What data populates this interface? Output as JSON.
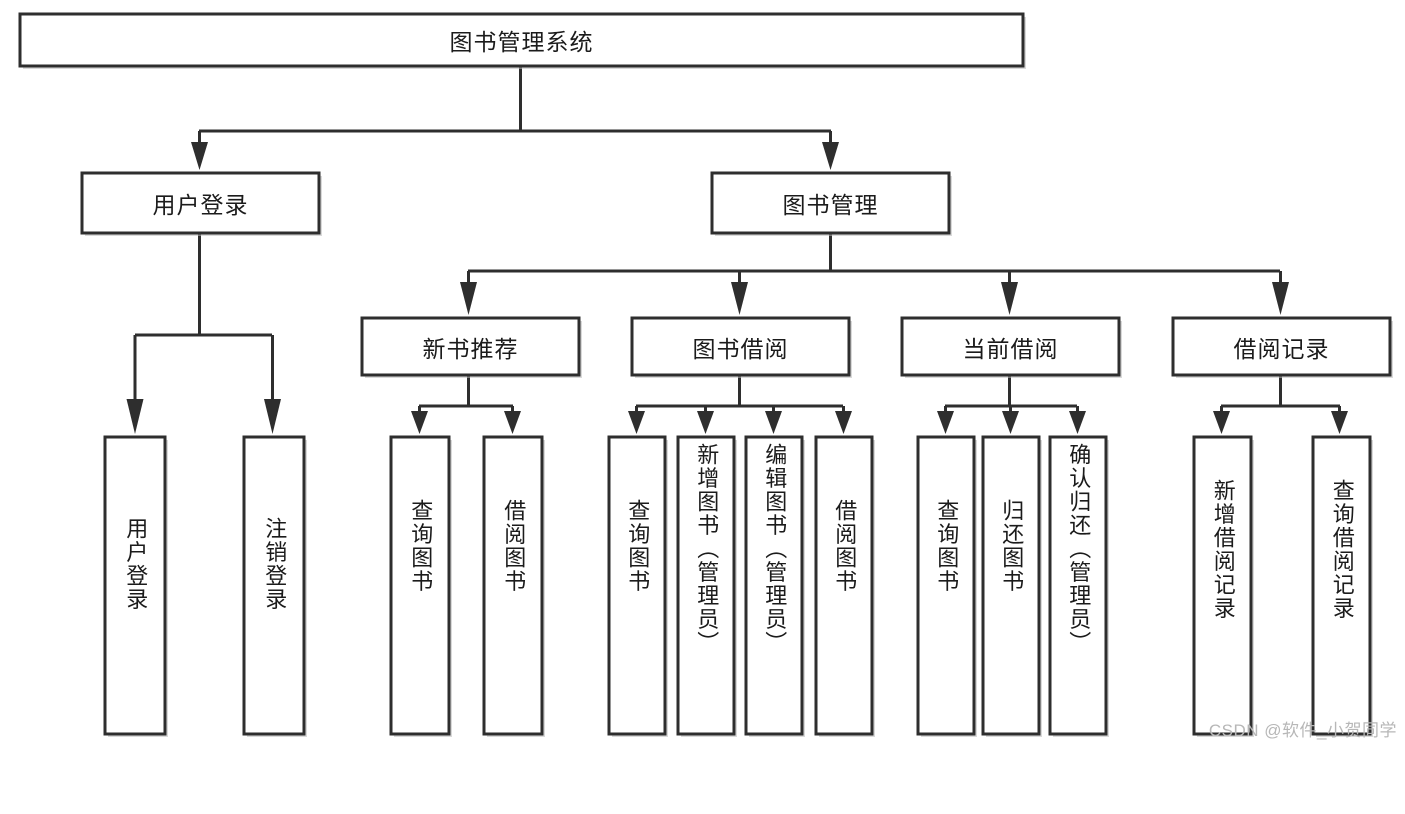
{
  "diagram": {
    "type": "tree-hierarchy",
    "title": "图书管理系统",
    "orientation": "top-down",
    "colors": {
      "background": "#ffffff",
      "box_fill": "#ffffff",
      "box_stroke": "#2e2e2e",
      "connector": "#2e2e2e",
      "text": "#1b1b1b",
      "watermark": "#b7b7b7"
    },
    "root": {
      "label": "图书管理系统"
    },
    "level2": [
      {
        "label": "用户登录"
      },
      {
        "label": "图书管理"
      }
    ],
    "level3": [
      {
        "label": "新书推荐"
      },
      {
        "label": "图书借阅"
      },
      {
        "label": "当前借阅"
      },
      {
        "label": "借阅记录"
      }
    ],
    "leaves": {
      "user_login": [
        {
          "label": "用户登录"
        },
        {
          "label": "注销登录"
        }
      ],
      "new_book_recommend": [
        {
          "label": "查询图书"
        },
        {
          "label": "借阅图书"
        }
      ],
      "book_borrow": [
        {
          "label": "查询图书"
        },
        {
          "label": "新增图书（管理员）"
        },
        {
          "label": "编辑图书（管理员）"
        },
        {
          "label": "借阅图书"
        }
      ],
      "current_borrow": [
        {
          "label": "查询图书"
        },
        {
          "label": "归还图书"
        },
        {
          "label": "确认归还（管理员）"
        }
      ],
      "borrow_record": [
        {
          "label": "新增借阅记录"
        },
        {
          "label": "查询借阅记录"
        }
      ]
    }
  },
  "watermark": {
    "text": "CSDN @软件_小贺同学"
  }
}
